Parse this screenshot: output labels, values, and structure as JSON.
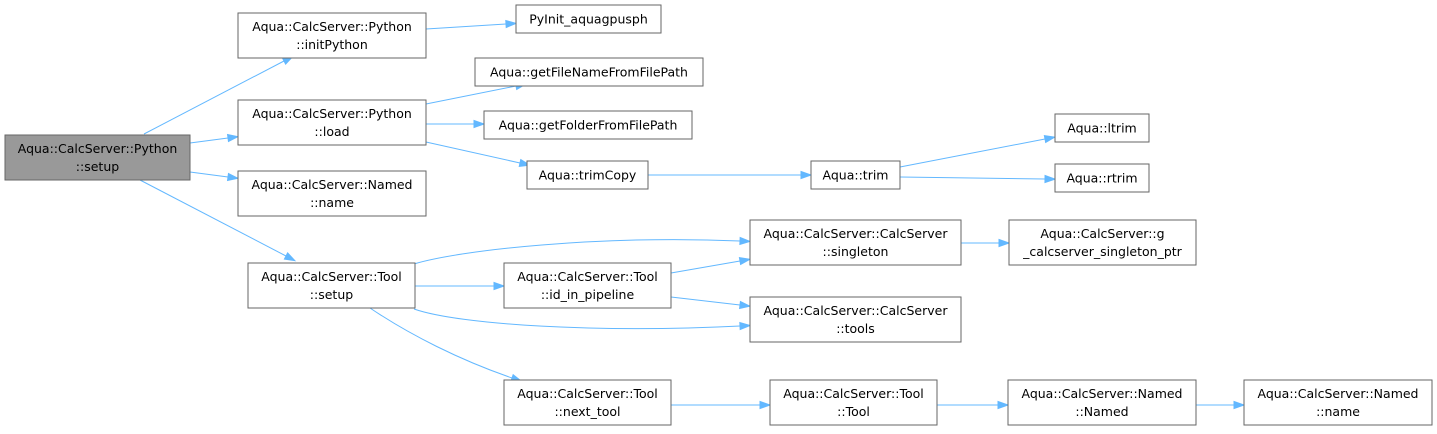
{
  "diagram": {
    "nodes": {
      "python_setup": {
        "lines": [
          "Aqua::CalcServer::Python",
          "::setup"
        ],
        "root": true
      },
      "init_python": {
        "lines": [
          "Aqua::CalcServer::Python",
          "::initPython"
        ]
      },
      "pyinit": {
        "lines": [
          "PyInit_aquagpusph"
        ]
      },
      "python_load": {
        "lines": [
          "Aqua::CalcServer::Python",
          "::load"
        ]
      },
      "get_file_name": {
        "lines": [
          "Aqua::getFileNameFromFilePath"
        ]
      },
      "get_folder": {
        "lines": [
          "Aqua::getFolderFromFilePath"
        ]
      },
      "trim_copy": {
        "lines": [
          "Aqua::trimCopy"
        ]
      },
      "trim": {
        "lines": [
          "Aqua::trim"
        ]
      },
      "ltrim": {
        "lines": [
          "Aqua::ltrim"
        ]
      },
      "rtrim": {
        "lines": [
          "Aqua::rtrim"
        ]
      },
      "named_name_1": {
        "lines": [
          "Aqua::CalcServer::Named",
          "::name"
        ]
      },
      "tool_setup": {
        "lines": [
          "Aqua::CalcServer::Tool",
          "::setup"
        ]
      },
      "singleton": {
        "lines": [
          "Aqua::CalcServer::CalcServer",
          "::singleton"
        ]
      },
      "g_singleton_ptr": {
        "lines": [
          "Aqua::CalcServer::g",
          "_calcserver_singleton_ptr"
        ]
      },
      "id_in_pipeline": {
        "lines": [
          "Aqua::CalcServer::Tool",
          "::id_in_pipeline"
        ]
      },
      "tools": {
        "lines": [
          "Aqua::CalcServer::CalcServer",
          "::tools"
        ]
      },
      "next_tool": {
        "lines": [
          "Aqua::CalcServer::Tool",
          "::next_tool"
        ]
      },
      "tool_ctor": {
        "lines": [
          "Aqua::CalcServer::Tool",
          "::Tool"
        ]
      },
      "named_ctor": {
        "lines": [
          "Aqua::CalcServer::Named",
          "::Named"
        ]
      },
      "named_name_2": {
        "lines": [
          "Aqua::CalcServer::Named",
          "::name"
        ]
      }
    },
    "edges": [
      [
        "python_setup",
        "init_python"
      ],
      [
        "python_setup",
        "python_load"
      ],
      [
        "python_setup",
        "named_name_1"
      ],
      [
        "python_setup",
        "tool_setup"
      ],
      [
        "init_python",
        "pyinit"
      ],
      [
        "python_load",
        "get_file_name"
      ],
      [
        "python_load",
        "get_folder"
      ],
      [
        "python_load",
        "trim_copy"
      ],
      [
        "trim_copy",
        "trim"
      ],
      [
        "trim",
        "ltrim"
      ],
      [
        "trim",
        "rtrim"
      ],
      [
        "tool_setup",
        "singleton"
      ],
      [
        "tool_setup",
        "id_in_pipeline"
      ],
      [
        "tool_setup",
        "tools"
      ],
      [
        "tool_setup",
        "next_tool"
      ],
      [
        "singleton",
        "g_singleton_ptr"
      ],
      [
        "id_in_pipeline",
        "singleton"
      ],
      [
        "id_in_pipeline",
        "tools"
      ],
      [
        "next_tool",
        "tool_ctor"
      ],
      [
        "tool_ctor",
        "named_ctor"
      ],
      [
        "named_ctor",
        "named_name_2"
      ]
    ],
    "colors": {
      "edge": "#63b8ff",
      "node_border": "#666666",
      "root_fill": "#999999",
      "node_fill": "#ffffff"
    }
  }
}
